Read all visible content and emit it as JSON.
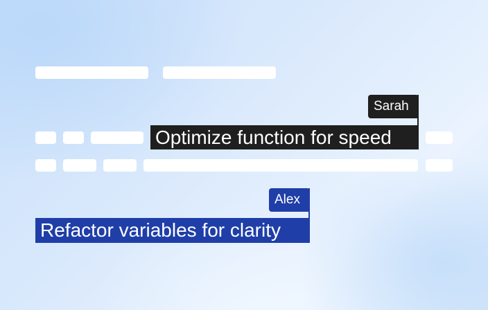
{
  "collaborators": [
    {
      "name": "Sarah",
      "text": "Optimize function for speed",
      "color": "#1f1f1f"
    },
    {
      "name": "Alex",
      "text": "Refactor variables for clarity",
      "color": "#1f3ea8"
    }
  ]
}
